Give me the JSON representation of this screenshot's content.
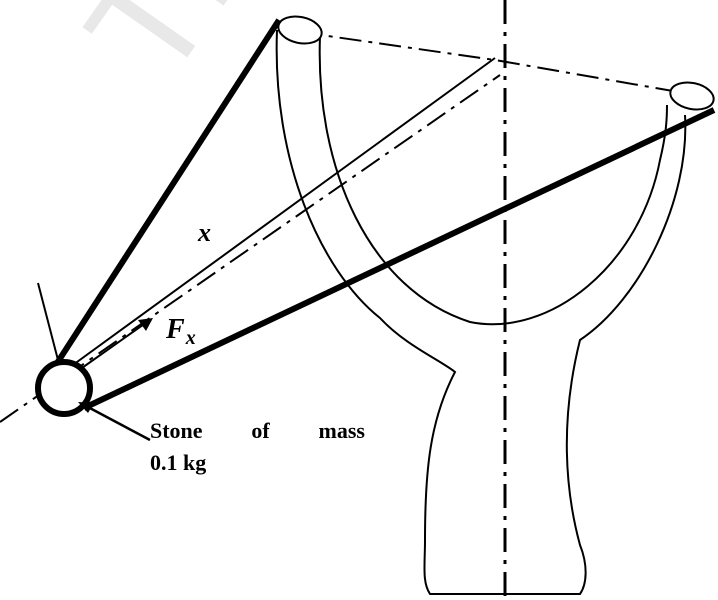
{
  "diagram": {
    "watermark_text": "Th",
    "labels": {
      "displacement": "x",
      "force_main": "F",
      "force_sub": "x"
    },
    "stone_label": {
      "words": [
        "Stone",
        "of",
        "mass"
      ],
      "mass_value": "0.1 kg"
    },
    "colors": {
      "line": "#000000",
      "watermark": "#d7d7d7",
      "background": "#ffffff"
    }
  }
}
